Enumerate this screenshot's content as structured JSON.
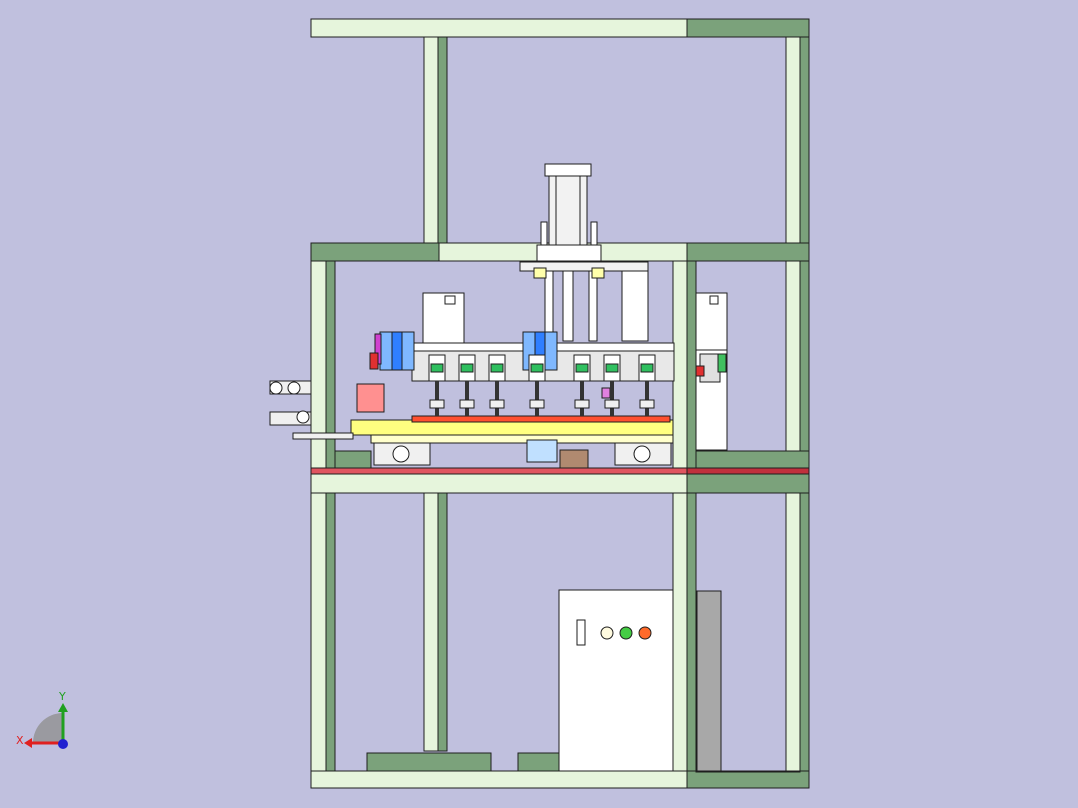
{
  "viewport": {
    "background": "#c0c0de",
    "frame_light": "#e6f5dc",
    "frame_dark": "#7ba27b",
    "outline": "#1e1e1e",
    "deck_red": "#e05560"
  },
  "triad": {
    "x_label": "X",
    "y_label": "Y",
    "x_color": "#e02020",
    "y_color": "#20a020",
    "z_color": "#2020d0"
  },
  "cabinet": {
    "color": "#ffffff",
    "lights": [
      {
        "name": "indicator-light-white",
        "color": "#fffbe0"
      },
      {
        "name": "indicator-light-green",
        "color": "#44cc44"
      },
      {
        "name": "indicator-light-orange",
        "color": "#ff6a2a"
      }
    ]
  }
}
